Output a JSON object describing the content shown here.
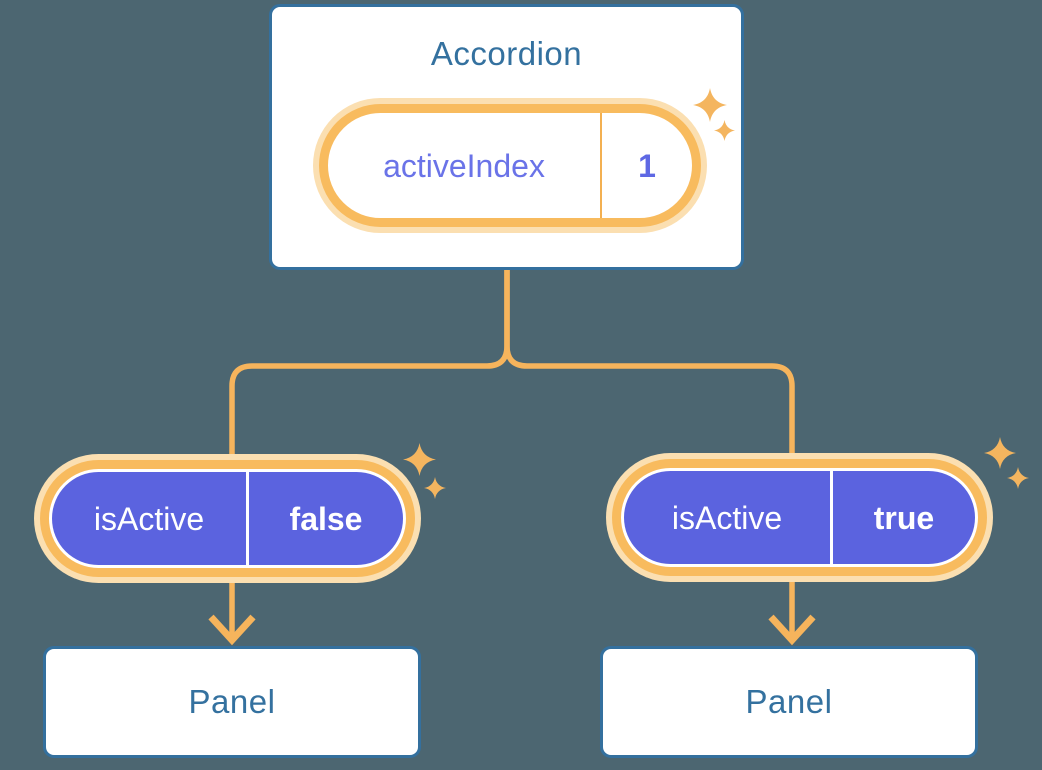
{
  "colors": {
    "background": "#4C6671",
    "card_background": "#FFFFFF",
    "card_border_blue": "#34709E",
    "heading_text_blue": "#34719F",
    "connector_orange": "#F6B45C",
    "pill_ring_orange": "#F8BB5E",
    "pill_halo_orange": "#FBDFB1",
    "pill_fill_purple": "#5B63DF",
    "state_text_purple": "#6A73E8",
    "pill_text_white": "#FFFFFF",
    "sparkle_orange": "#F4B55F"
  },
  "icons": {
    "sparkle": "four-point-star ✦"
  },
  "accordion": {
    "title": "Accordion",
    "state_pill": {
      "label": "activeIndex",
      "value": "1"
    }
  },
  "branches": [
    {
      "prop_pill": {
        "label": "isActive",
        "value": "false"
      },
      "panel": {
        "title": "Panel"
      }
    },
    {
      "prop_pill": {
        "label": "isActive",
        "value": "true"
      },
      "panel": {
        "title": "Panel"
      }
    }
  ]
}
